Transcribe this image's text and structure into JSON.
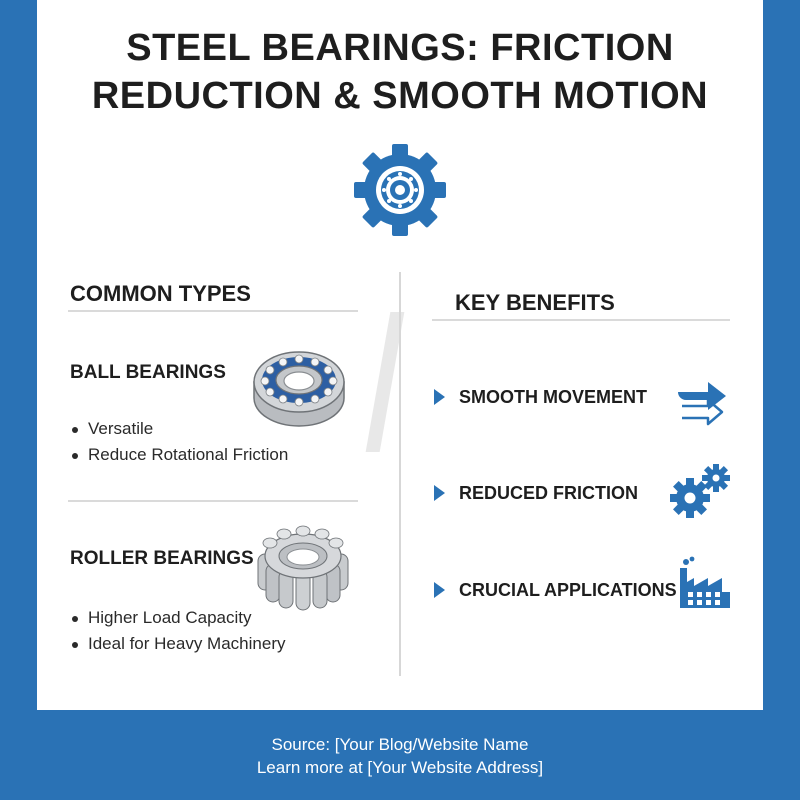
{
  "title": {
    "line1": "STEEL BEARINGS: FRICTION",
    "line2": "REDUCTION & SMOOTH MOTION"
  },
  "hero_icon": "gear-icon",
  "colors": {
    "frame": "#2a72b5",
    "accent": "#2a72b5",
    "text": "#1e1e1e",
    "divider": "#dadada"
  },
  "left": {
    "heading": "COMMON TYPES",
    "ball": {
      "title": "BALL BEARINGS",
      "bullets": [
        "Versatile",
        "Reduce Rotational Friction"
      ],
      "icon": "ball-bearing-icon"
    },
    "roller": {
      "title": "ROLLER BEARINGS",
      "bullets": [
        "Higher Load Capacity",
        "Ideal for Heavy Machinery"
      ],
      "icon": "roller-bearing-icon"
    }
  },
  "right": {
    "heading": "KEY BENEFITS",
    "items": [
      {
        "label": "SMOOTH MOVEMENT",
        "icon": "arrows-icon"
      },
      {
        "label": "REDUCED FRICTION",
        "icon": "gears-icon"
      },
      {
        "label": "CRUCIAL APPLICATIONS",
        "icon": "factory-icon"
      }
    ]
  },
  "footer": {
    "line1": "Source: [Your Blog/Website Name",
    "line2": "Learn more at [Your Website Address]"
  }
}
